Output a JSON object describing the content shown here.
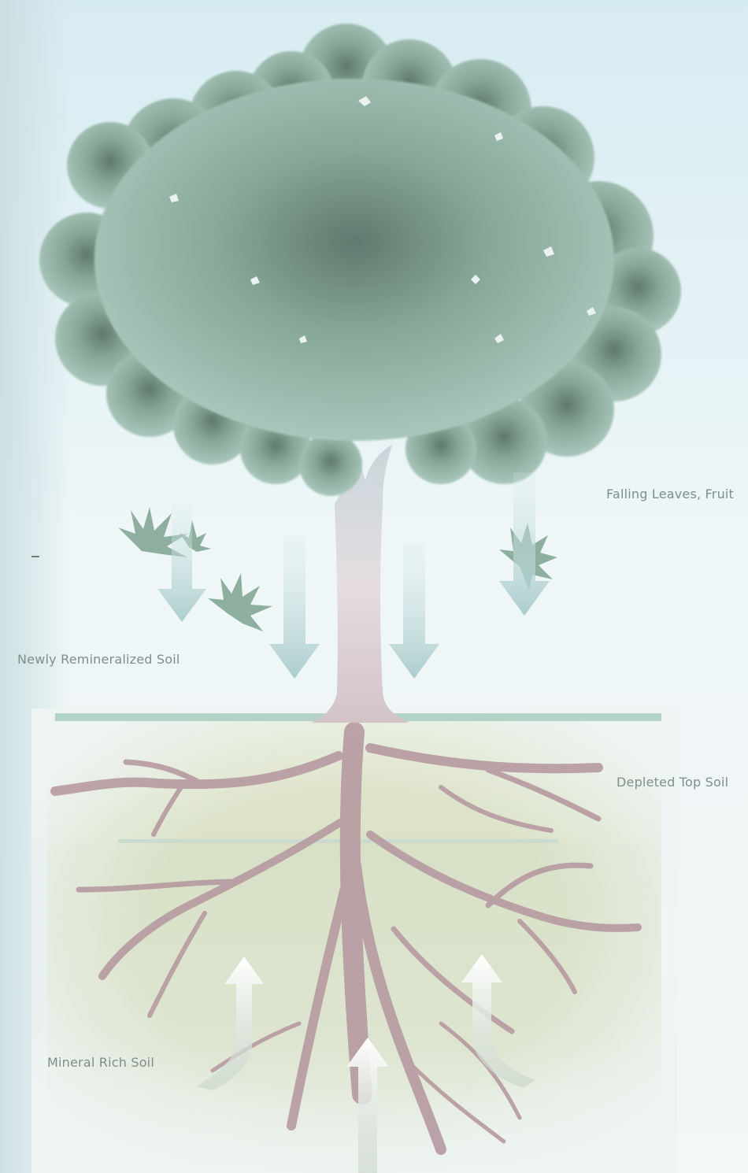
{
  "labels": {
    "falling_leaves": "Falling Leaves, Fruit",
    "newly_remineralized": "Newly Remineralized Soil",
    "depleted_top_soil": "Depleted Top Soil",
    "mineral_rich_soil": "Mineral Rich Soil"
  },
  "colors": {
    "sky": "#e6f1f3",
    "canopy": "#8fb0a2",
    "canopy_dark": "#5d7a6d",
    "trunk": "#d9cfd5",
    "roots": "#b99aa0",
    "top_soil": "#dde3c8",
    "deep_soil": "#d5dfc2",
    "ground_line": "#9cc2b6",
    "arrow_down": "#b7d3d3",
    "arrow_up": "#f4f8f6"
  },
  "icons": [
    "tree-canopy",
    "tree-trunk",
    "root-system",
    "falling-leaf-icon",
    "down-arrow-icon",
    "up-arrow-icon"
  ]
}
